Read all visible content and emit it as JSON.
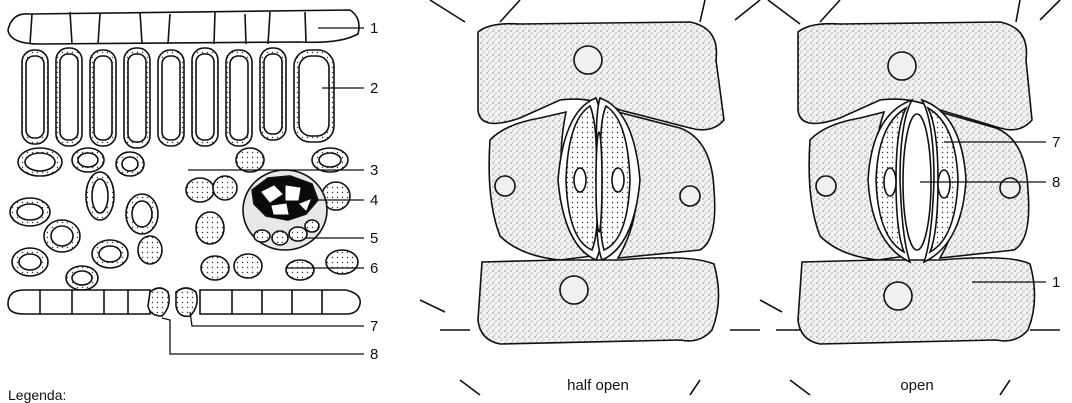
{
  "labels": {
    "leaf": [
      "1",
      "2",
      "3",
      "4",
      "5",
      "6",
      "7",
      "8"
    ],
    "half_open": [],
    "open": [
      "7",
      "8",
      "1"
    ]
  },
  "captions": {
    "half_open": "half open",
    "open": "open"
  },
  "legend_title": "Legenda:",
  "colors": {
    "ink": "#111111",
    "cell_fill": "#ffffff",
    "stipple": "#dcdcdc",
    "vein_dark": "#0a0a0a"
  }
}
